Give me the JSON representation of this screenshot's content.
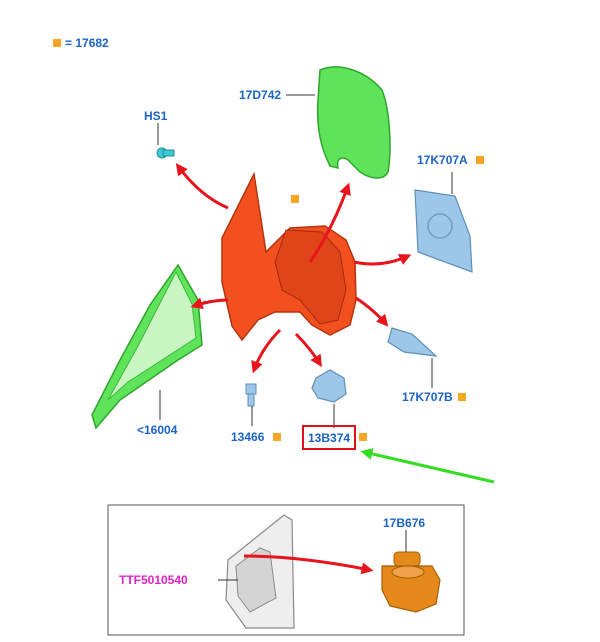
{
  "legend": {
    "text": "= 17682"
  },
  "labels": {
    "hs1": "HS1",
    "p17d742": "17D742",
    "p17k707a": "17K707A",
    "p17k707b": "17K707B",
    "p16004": "<16004",
    "p13466": "13466",
    "p13b374": "13B374",
    "p17b676": "17B676",
    "ttf": "TTF5010540"
  },
  "colors": {
    "label_blue": "#1b63c6",
    "label_magenta": "#e020c8",
    "marker_orange": "#f5a623",
    "arrow_red": "#e8131b",
    "arrow_green": "#33dd22",
    "highlight_box": "#e0101a",
    "housing_orange": "#f2501e",
    "cover_green": "#5ee35a",
    "glass_blue": "#9cc7e8",
    "motor_orange": "#e58a1a"
  }
}
